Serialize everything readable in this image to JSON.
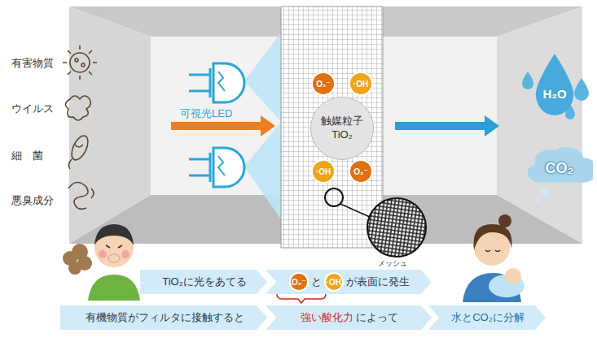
{
  "diagram": {
    "nodes": [
      {
        "text": [
          "O₂⁻"
        ]
      },
      {
        "text": [
          "·OH"
        ]
      },
      {
        "text": [
          "触媒粒子 TiO₂"
        ]
      },
      {
        "text": [
          "·OH"
        ]
      },
      {
        "text": [
          "O₂⁻"
        ]
      },
      {
        "text": [
          "H₂O"
        ]
      },
      {
        "text": [
          "CO₂"
        ]
      },
      {
        "text": [
          "TiO₂に光をあてる"
        ]
      },
      {
        "text": [
          "と",
          "が表面に発生"
        ]
      },
      {
        "text": [
          "O₂⁻"
        ],
        "in": 8
      },
      {
        "text": [
          "·OH"
        ],
        "in": 8
      },
      {
        "text": [
          "有機物質がフィルタに接触すると"
        ]
      },
      {
        "text": [
          "強い酸化力",
          "によって"
        ]
      },
      {
        "text": [
          "水とCO₂に分解"
        ]
      }
    ],
    "labels": [
      "有害物質",
      "ウイルス",
      "細　菌",
      "悪臭成分",
      "可視光LED",
      "メッシュ"
    ]
  }
}
